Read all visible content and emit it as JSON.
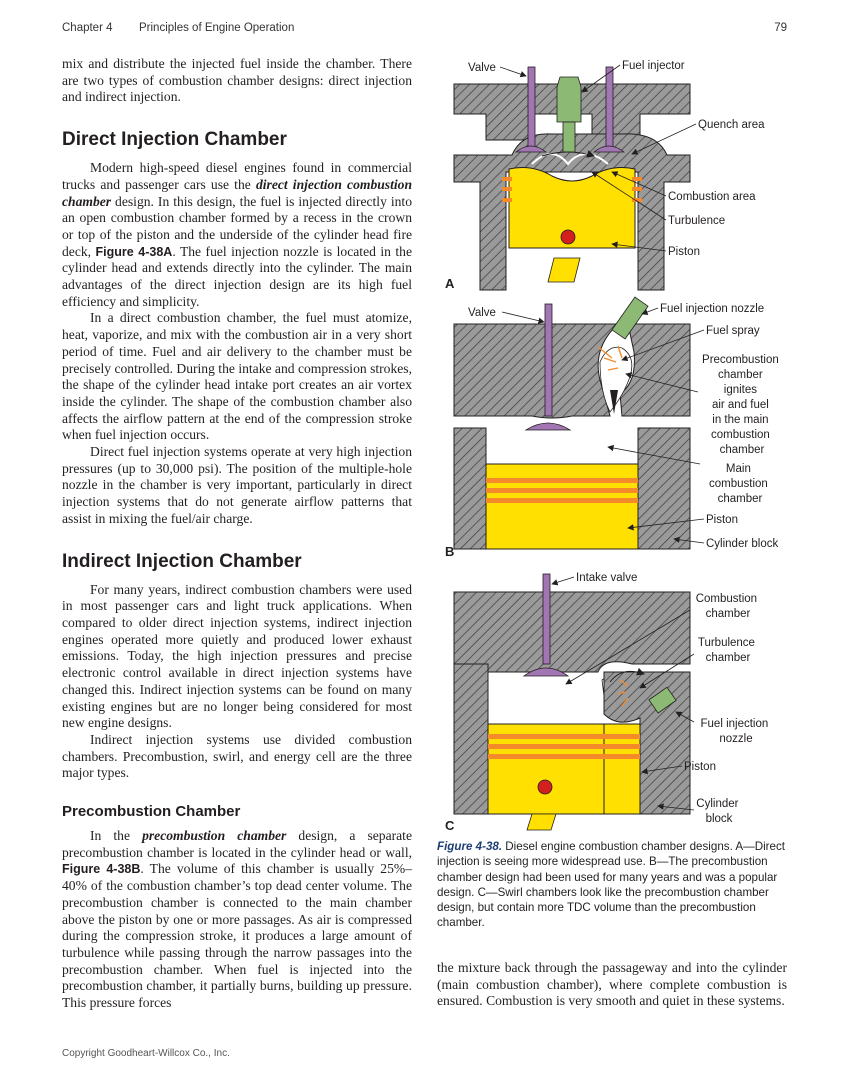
{
  "header": {
    "chapter": "Chapter 4",
    "title": "Principles of Engine Operation",
    "page_number": "79"
  },
  "left_column": {
    "intro": "mix and distribute the injected fuel inside the chamber. There are two types of combustion chamber designs: direct injection and indirect injection.",
    "direct_heading": "Direct Injection Chamber",
    "direct_p1_a": "Modern high-speed diesel engines found in commercial trucks and passenger cars use the ",
    "direct_p1_kw": "direct injection combustion chamber",
    "direct_p1_b": " design. In this design, the fuel is injected directly into an open combustion chamber formed by a recess in the crown or top of the piston and the underside of the cylinder head fire deck, ",
    "direct_p1_ref": "Figure 4-38A",
    "direct_p1_c": ". The fuel injection nozzle is located in the cylinder head and extends directly into the cylinder. The main advantages of the direct injection design are its high fuel efficiency and simplicity.",
    "direct_p2": "In a direct combustion chamber, the fuel must atomize, heat, vaporize, and mix with the combustion air in a very short period of time. Fuel and air delivery to the chamber must be precisely controlled. During the intake and compression strokes, the shape of the cylinder head intake port creates an air vortex inside the cylinder. The shape of the combustion chamber also affects the airflow pattern at the end of the compression stroke when fuel injection occurs.",
    "direct_p3": "Direct fuel injection systems operate at very high injection pressures (up to 30,000 psi). The position of the multiple-hole nozzle in the chamber is very important, particularly in direct injection systems that do not generate airflow patterns that assist in mixing the fuel/air charge.",
    "indirect_heading": "Indirect Injection Chamber",
    "indirect_p1": "For many years, indirect combustion chambers were used in most passenger cars and light truck applications. When compared to older direct injection systems, indirect injection engines operated more quietly and produced lower exhaust emissions. Today, the high injection pressures and precise electronic control available in direct injection systems have changed this. Indirect injection systems can be found on many existing engines but are no longer being considered for most new engine designs.",
    "indirect_p2": "Indirect injection systems use divided combustion chambers. Precombustion, swirl, and energy cell are the three major types.",
    "precomb_heading": "Precombustion Chamber",
    "precomb_p1_a": "In the ",
    "precomb_p1_kw": "precombustion chamber",
    "precomb_p1_b": " design, a separate precombustion chamber is located in the cylinder head or wall, ",
    "precomb_p1_ref": "Figure 4-38B",
    "precomb_p1_c": ". The volume of this chamber is usually 25%–40% of the combustion chamber’s top dead center volume. The precombustion chamber is connected to the main chamber above the piston by one or more passages. As air is compressed during the compression stroke, it produces a large amount of turbulence while passing through the narrow passages into the precombustion chamber. When fuel is injected into the precombustion chamber, it partially burns, building up pressure. This pressure forces"
  },
  "figure": {
    "panel_a_letter": "A",
    "panel_b_letter": "B",
    "panel_c_letter": "C",
    "a_valve": "Valve",
    "a_fuel_injector": "Fuel injector",
    "a_quench_area": "Quench area",
    "a_combustion_area": "Combustion area",
    "a_turbulence": "Turbulence",
    "a_piston": "Piston",
    "b_valve": "Valve",
    "b_nozzle": "Fuel injection nozzle",
    "b_spray": "Fuel spray",
    "b_precomb_lines": [
      "Precombustion",
      "chamber",
      "ignites",
      "air and fuel",
      "in the main",
      "combustion",
      "chamber"
    ],
    "b_main_lines": [
      "Main",
      "combustion",
      "chamber"
    ],
    "b_piston": "Piston",
    "b_block": "Cylinder block",
    "c_intake": "Intake valve",
    "c_comb_lines": [
      "Combustion",
      "chamber"
    ],
    "c_turb_lines": [
      "Turbulence",
      "chamber"
    ],
    "c_nozzle_lines": [
      "Fuel injection",
      "nozzle"
    ],
    "c_piston": "Piston",
    "c_block_lines": [
      "Cylinder",
      "block"
    ]
  },
  "caption": {
    "title": "Figure 4-38.",
    "text": " Diesel engine combustion chamber designs. A—Direct injection is seeing more widespread use. B—The precombustion chamber design had been used for many years and was a popular design. C—Swirl chambers look like the precombustion chamber design, but contain more TDC volume than the precombustion chamber."
  },
  "right_column": {
    "text": "the mixture back through the passageway and into the cylinder (main combustion chamber), where complete combustion is ensured. Combustion is very smooth and quiet in these systems."
  },
  "footer": {
    "copyright": "Copyright Goodheart-Willcox Co., Inc."
  },
  "colors": {
    "piston_yellow": "#ffe000",
    "ring_orange": "#f58a2b",
    "valve_purple": "#a275b3",
    "injector_green": "#8cba74",
    "hatch_gray": "#8e8e8e"
  }
}
